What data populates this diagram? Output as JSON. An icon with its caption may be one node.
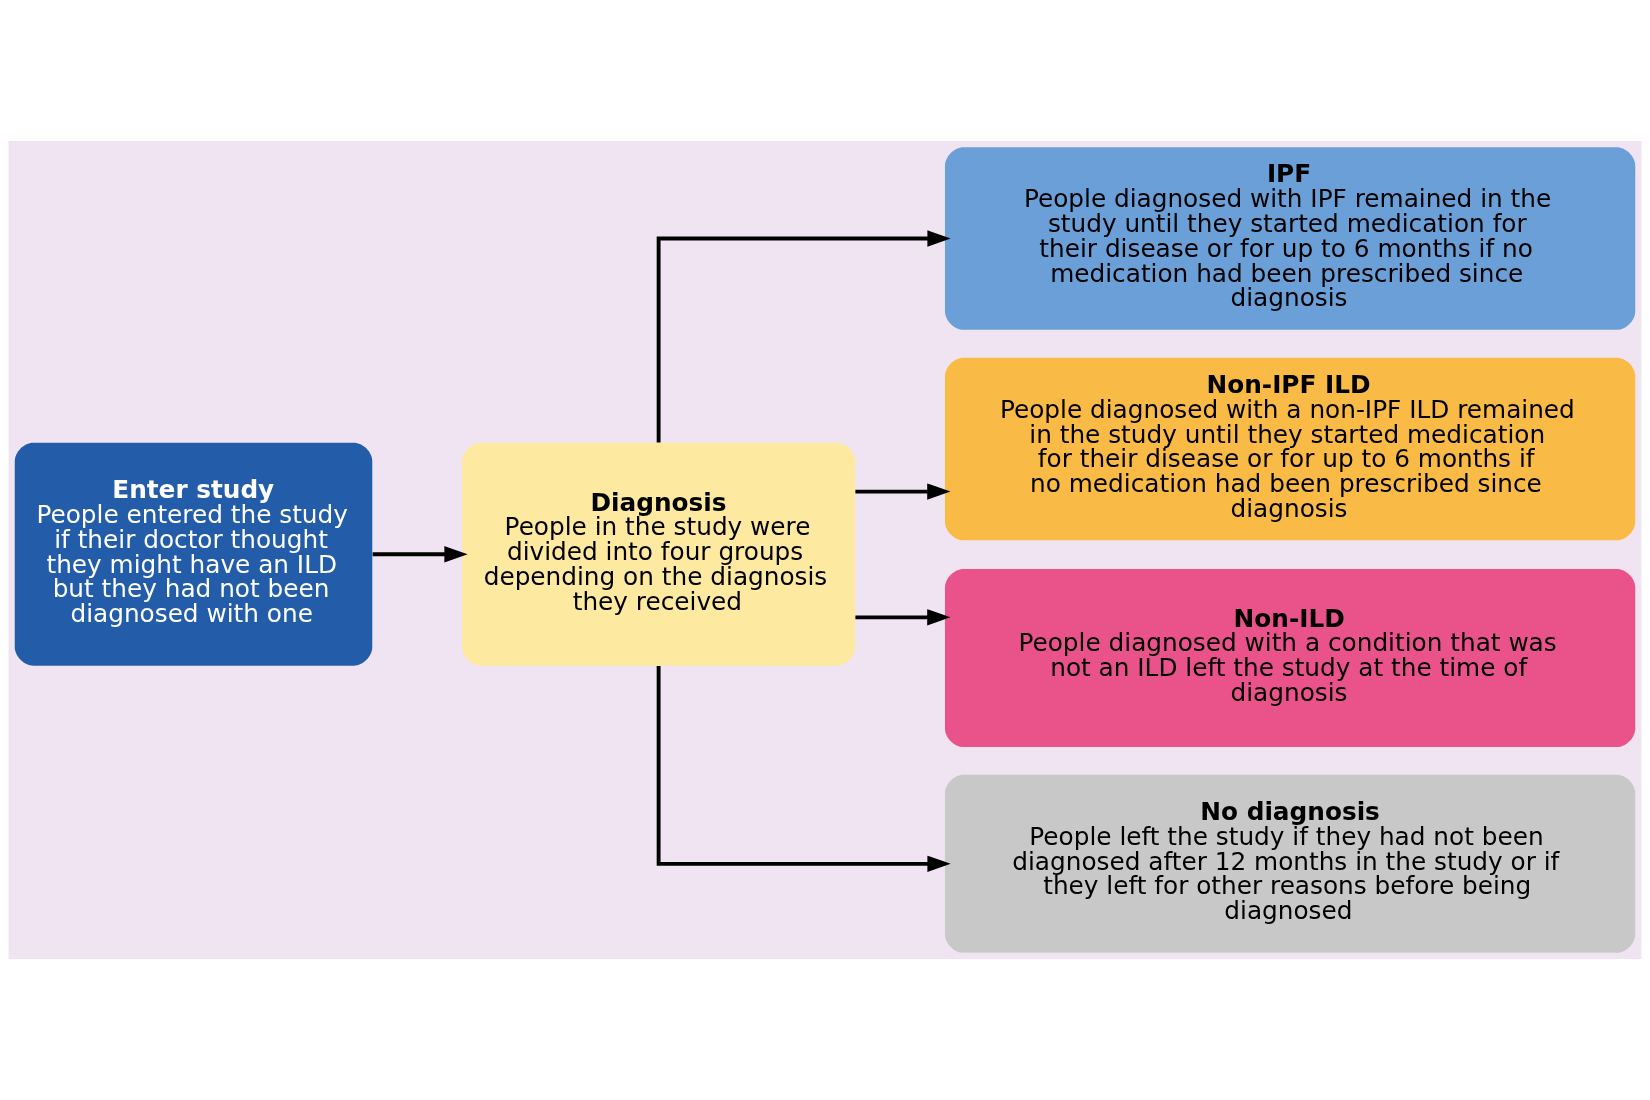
{
  "diagram": {
    "nodes": [
      {
        "text": [
          "Enter study",
          "People entered the study if their doctor thought they might have an ILD but they had not been diagnosed with one"
        ]
      },
      {
        "text": [
          "Diagnosis",
          "People in the study were divided into four groups depending on the diagnosis they received"
        ]
      },
      {
        "text": [
          "IPF",
          "People diagnosed with IPF remained in the study until they started medication for their disease or for up to 6 months if no medication had been prescribed since diagnosis"
        ]
      },
      {
        "text": [
          "Non-IPF ILD",
          "People diagnosed with a non-IPF ILD remained in the study until they started medication for their disease or for up to 6 months if no medication had been prescribed since diagnosis"
        ]
      },
      {
        "text": [
          "Non-ILD",
          "People diagnosed with a condition that was not an ILD left the study at the time of diagnosis"
        ]
      },
      {
        "text": [
          "No diagnosis",
          "People left the study if they had not been diagnosed after 12 months in the study or if they left for other reasons before being diagnosed"
        ]
      }
    ],
    "edges": [
      {
        "from": 0,
        "to": 1,
        "arrow": "to"
      },
      {
        "from": 1,
        "to": 2,
        "arrow": "to"
      },
      {
        "from": 1,
        "to": 3,
        "arrow": "to"
      },
      {
        "from": 1,
        "to": 4,
        "arrow": "to"
      },
      {
        "from": 1,
        "to": 5,
        "arrow": "to"
      }
    ]
  }
}
